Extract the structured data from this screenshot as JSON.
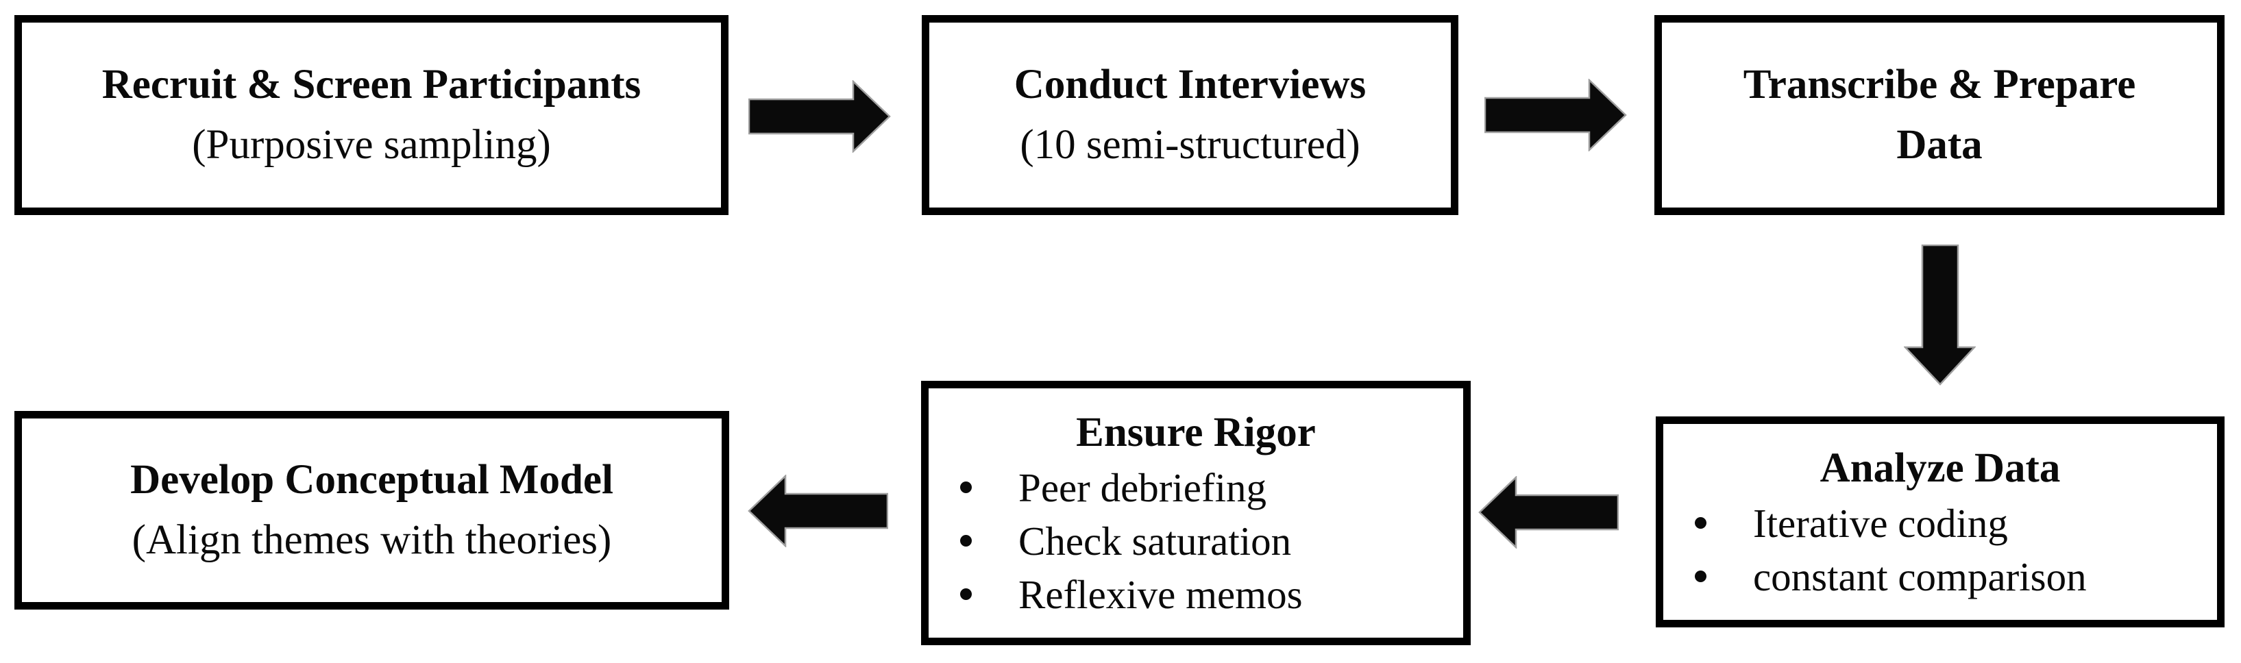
{
  "colors": {
    "background": "#ffffff",
    "box_border": "#000000",
    "text": "#0a0a0a",
    "arrow_fill": "#0a0a0a",
    "arrow_edge": "#9e9e9e"
  },
  "boxes": [
    {
      "id": "recruit-screen-participants",
      "title": "Recruit & Screen Participants",
      "subtitle": "(Purposive sampling)"
    },
    {
      "id": "conduct-interviews",
      "title": "Conduct Interviews",
      "subtitle": "(10 semi-structured)"
    },
    {
      "id": "transcribe-prepare-data",
      "title_lines": [
        "Transcribe & Prepare",
        "Data"
      ]
    },
    {
      "id": "analyze-data",
      "title": "Analyze Data",
      "bullets": [
        "Iterative coding",
        "constant comparison"
      ]
    },
    {
      "id": "ensure-rigor",
      "title": "Ensure Rigor",
      "bullets": [
        "Peer debriefing",
        "Check saturation",
        "Reflexive memos"
      ]
    },
    {
      "id": "develop-conceptual-model",
      "title": "Develop Conceptual Model",
      "subtitle": "(Align themes with theories)"
    }
  ],
  "arrows": [
    {
      "id": "arrow-recruit-to-interviews",
      "direction": "right"
    },
    {
      "id": "arrow-interviews-to-transcribe",
      "direction": "right"
    },
    {
      "id": "arrow-transcribe-to-analyze",
      "direction": "down"
    },
    {
      "id": "arrow-analyze-to-rigor",
      "direction": "left"
    },
    {
      "id": "arrow-rigor-to-model",
      "direction": "left"
    }
  ]
}
